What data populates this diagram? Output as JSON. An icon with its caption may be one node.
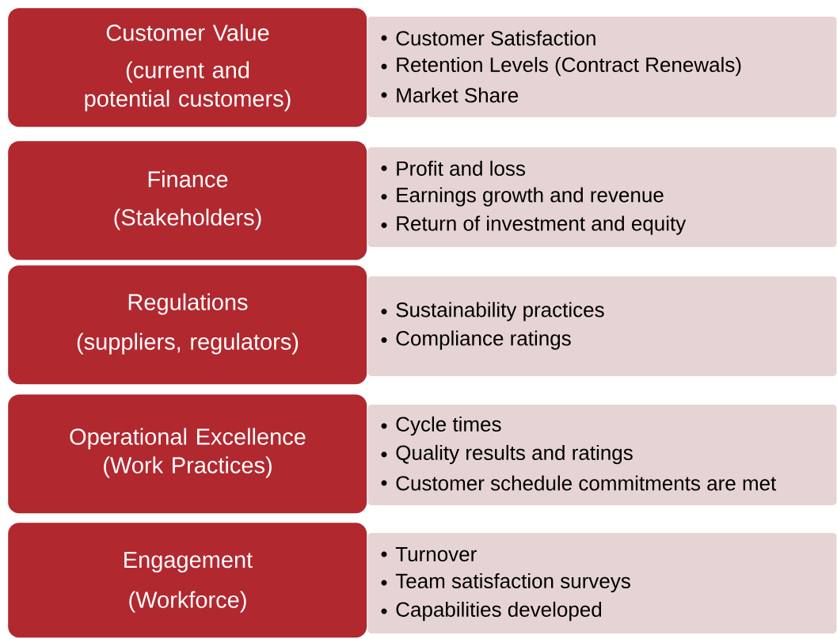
{
  "diagram": {
    "nodes": [
      {
        "text": [
          "Customer Value",
          "(current and potential customers)"
        ]
      },
      {
        "text": [
          "Customer Satisfaction",
          "Retention Levels (Contract Renewals)",
          "Market Share"
        ]
      },
      {
        "text": [
          "Finance",
          "(Stakeholders)"
        ]
      },
      {
        "text": [
          "Profit and loss",
          "Earnings growth and revenue",
          "Return of investment and equity"
        ]
      },
      {
        "text": [
          "Regulations",
          "(suppliers, regulators)"
        ]
      },
      {
        "text": [
          "Sustainability practices",
          "Compliance ratings"
        ]
      },
      {
        "text": [
          "Operational Excellence",
          "(Work Practices)"
        ]
      },
      {
        "text": [
          "Cycle times",
          "Quality results and ratings",
          "Customer schedule commitments are met"
        ]
      },
      {
        "text": [
          "Engagement",
          "(Workforce)"
        ]
      },
      {
        "text": [
          "Turnover",
          "Team satisfaction surveys",
          "Capabilities developed"
        ]
      }
    ]
  }
}
